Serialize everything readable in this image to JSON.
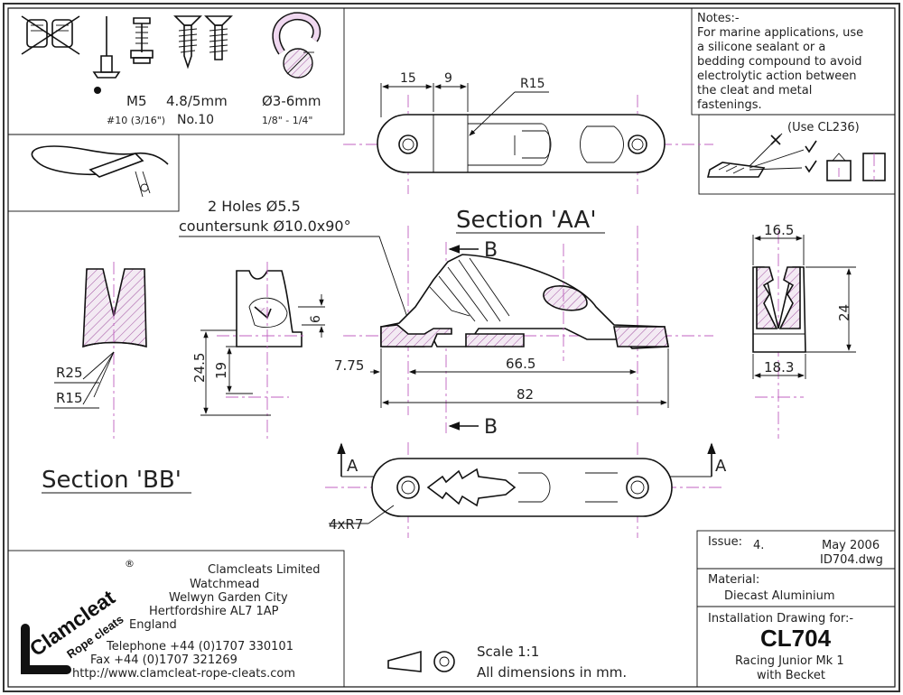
{
  "fasteners": {
    "labels": [
      "M5",
      "4.8/5mm",
      "Ø3-6mm"
    ],
    "sublabels": [
      "#10 (3/16\")",
      "No.10",
      "1/8\" - 1/4\""
    ]
  },
  "notes": {
    "heading": "Notes:-",
    "lines": [
      "For marine applications, use",
      "a silicone sealant or a",
      "bedding compound to avoid",
      "electrolytic action between",
      "the cleat and metal",
      "fastenings."
    ]
  },
  "use_note": "(Use CL236)",
  "dimensions": {
    "top_15": "15",
    "top_9": "9",
    "top_r15": "R15",
    "holes_line1": "2 Holes Ø5.5",
    "holes_line2": "countersunk Ø10.0x90°",
    "d775": "7.75",
    "d665": "66.5",
    "d82": "82",
    "d6": "6",
    "d245": "24.5",
    "d19": "19",
    "r25": "R25",
    "r15": "R15",
    "d165": "16.5",
    "d24": "24",
    "d183": "18.3",
    "corner": "4xR7"
  },
  "sections": {
    "aa_label": "Section ",
    "aa_name": "'AA'",
    "bb_label": "Section ",
    "bb_name": "'BB'",
    "b_marker": "B",
    "a_marker": "A"
  },
  "company": {
    "name": "Clamcleats Limited",
    "address": [
      "Watchmead",
      "Welwyn Garden City",
      "Hertfordshire AL7 1AP",
      "England"
    ],
    "telephone": "Telephone +44 (0)1707 330101",
    "fax": "Fax +44 (0)1707 321269",
    "url": "http://www.clamcleat-rope-cleats.com",
    "logo_main": "Clamcleat",
    "logo_sub": "Rope cleats",
    "logo_reg": "®"
  },
  "scale": {
    "scale": "Scale 1:1",
    "units": "All dimensions in mm."
  },
  "title_block": {
    "issue_label": "Issue:",
    "issue_value": "4.",
    "date": "May 2006",
    "file": "ID704.dwg",
    "material_label": "Material:",
    "material_value": "Diecast Aluminium",
    "installation_label": "Installation Drawing for:-",
    "part_number": "CL704",
    "desc_line1": "Racing Junior Mk 1",
    "desc_line2": "with Becket"
  },
  "colors": {
    "centerline": "#c060c0",
    "hatch": "#c060c0",
    "line": "#111111"
  }
}
